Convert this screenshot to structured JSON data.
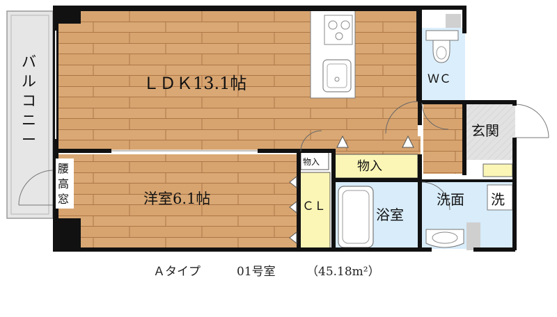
{
  "plan": {
    "rooms": {
      "ldk": "ＬＤＫ13.1帖",
      "western": "洋室6.1帖",
      "wc": "ＷＣ",
      "entrance": "玄関",
      "storage_large": "物入",
      "storage_small": "物入",
      "closet": "ＣＬ",
      "bath": "浴室",
      "washroom": "洗面",
      "washer": "洗",
      "balcony_chars": [
        "バ",
        "ル",
        "コ",
        "ニ",
        "ー"
      ],
      "window_chars": [
        "腰",
        "高",
        "窓"
      ]
    },
    "caption": {
      "type": "Ａタイプ",
      "unit": "01号室",
      "area": "（45.18m²）"
    },
    "colors": {
      "wood": "#d6a26f",
      "wood_line": "#b07a48",
      "yellow": "#fbf6b6",
      "blue": "#d8ecfa",
      "gray": "#e5e5e5",
      "wall": "#111111"
    }
  }
}
